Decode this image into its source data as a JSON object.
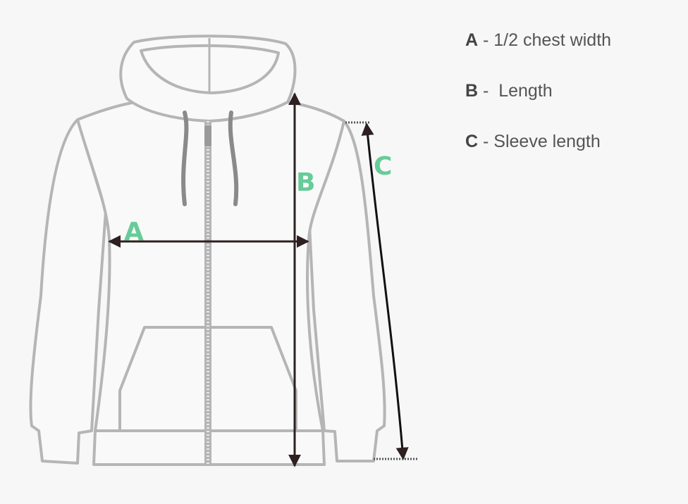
{
  "diagram": {
    "labels": {
      "a": "A",
      "b": "B",
      "c": "C"
    }
  },
  "legend": {
    "items": [
      {
        "key": "A",
        "text": " - 1/2 chest width"
      },
      {
        "key": "B",
        "text": " -  Length"
      },
      {
        "key": "C",
        "text": " - Sleeve length"
      }
    ]
  },
  "colors": {
    "outline": "#b5b5b5",
    "drawstring": "#8a8a8a",
    "arrow": "#2e1f20",
    "letter": "#66cc99",
    "text": "#555555"
  }
}
